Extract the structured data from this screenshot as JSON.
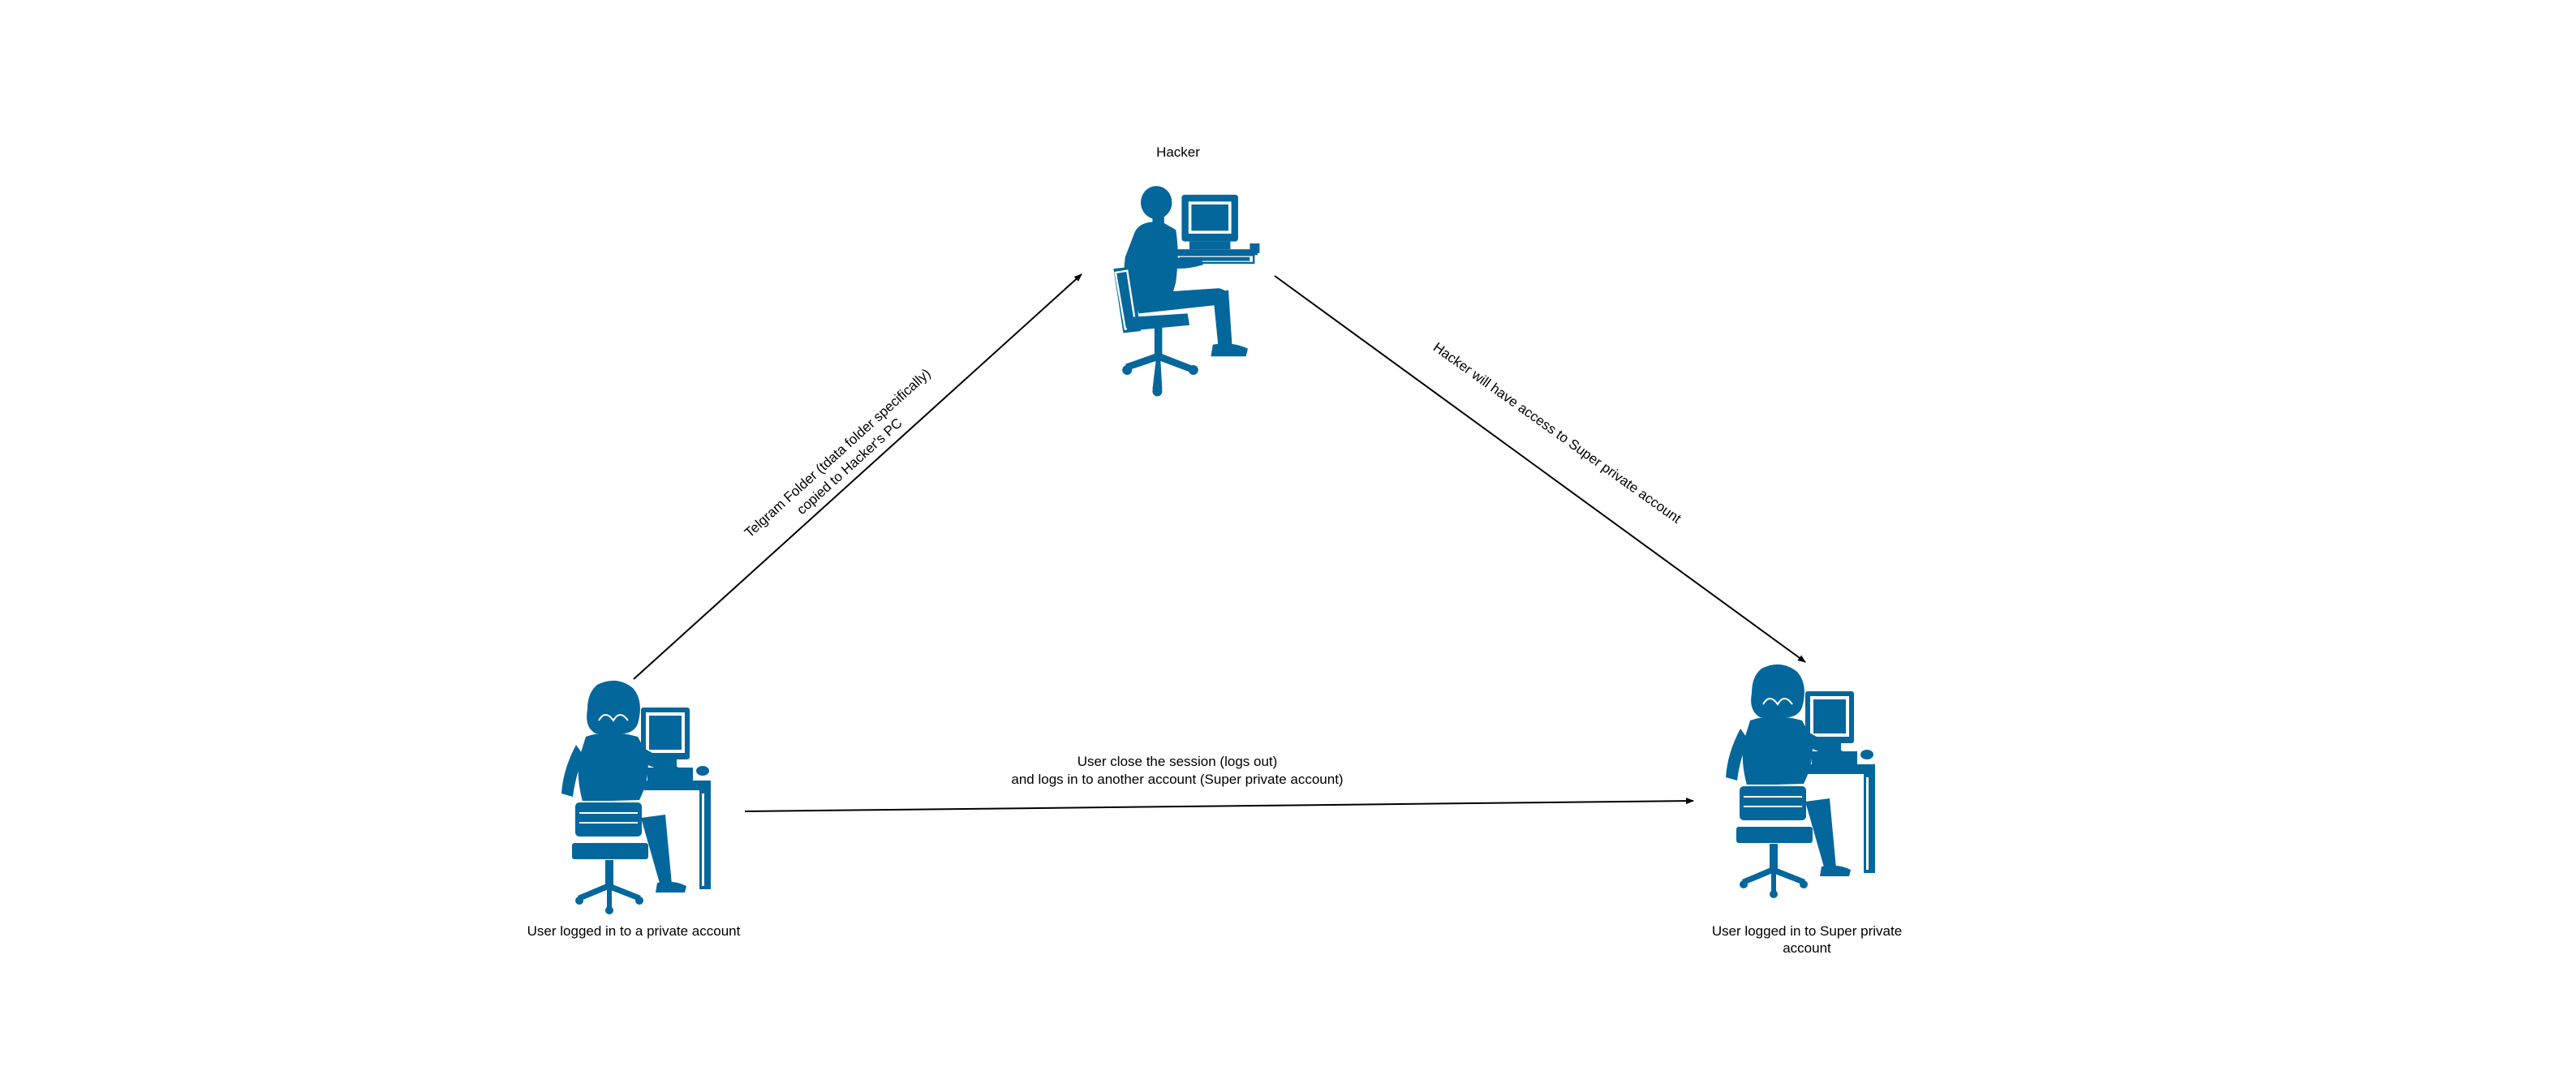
{
  "colors": {
    "figure": "#04679c",
    "arrow": "#000000",
    "background": "#ffffff"
  },
  "icons": {
    "hacker": "man-at-computer-icon",
    "user_left": "woman-at-computer-icon",
    "user_right": "woman-at-computer-icon"
  },
  "nodes": {
    "hacker": {
      "label": "Hacker"
    },
    "user_left": {
      "label": "User logged in to a private account"
    },
    "user_right": {
      "label_line1": "User logged in to Super private",
      "label_line2": "account"
    }
  },
  "edges": {
    "left_to_hacker": {
      "line1": "Telgram Folder (tdata folder specifically)",
      "line2": "copied to Hacker's PC"
    },
    "hacker_to_right": {
      "line1": "Hacker will have access to Super private account"
    },
    "left_to_right": {
      "line1": "User close the session (logs out)",
      "line2": "and logs in to another account (Super private account)"
    }
  }
}
